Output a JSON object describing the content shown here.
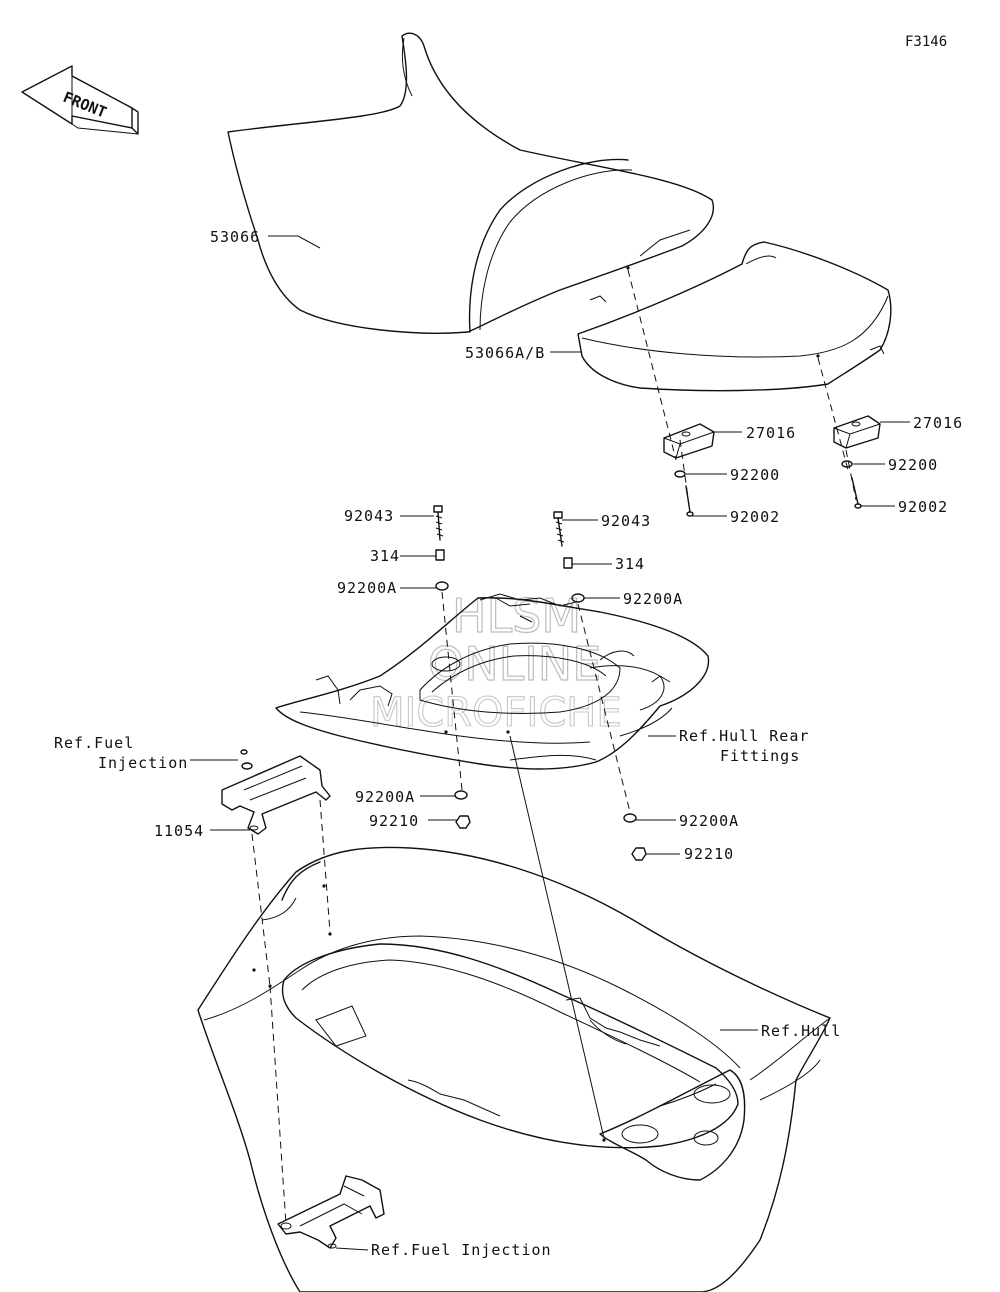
{
  "figure_code": "F3146",
  "front_arrow": {
    "text": "FRONT"
  },
  "watermark": {
    "line1": "HLSM",
    "line2": "ONLINE",
    "line3": "MICROFICHE"
  },
  "callouts": {
    "seat_front": "53066",
    "seat_rear": "53066A/B",
    "bracket_left": "27016",
    "bracket_right": "27016",
    "washer_92200_left": "92200",
    "washer_92200_right": "92200",
    "bolt_92002_left": "92002",
    "bolt_92002_right": "92002",
    "bolt_92043_left": "92043",
    "bolt_92043_right": "92043",
    "collar_314_left": "314",
    "collar_314_right": "314",
    "washer_92200a_top_left": "92200A",
    "washer_92200a_top_right": "92200A",
    "ref_hull_rear_fittings_1": "Ref.Hull Rear",
    "ref_hull_rear_fittings_2": "Fittings",
    "ref_fuel_injection_top_1": "Ref.Fuel",
    "ref_fuel_injection_top_2": "Injection",
    "bracket_11054": "11054",
    "washer_92200a_bottom_left": "92200A",
    "nut_92210_left": "92210",
    "washer_92200a_bottom_right": "92200A",
    "nut_92210_right": "92210",
    "ref_hull": "Ref.Hull",
    "ref_fuel_injection_bottom": "Ref.Fuel Injection"
  }
}
